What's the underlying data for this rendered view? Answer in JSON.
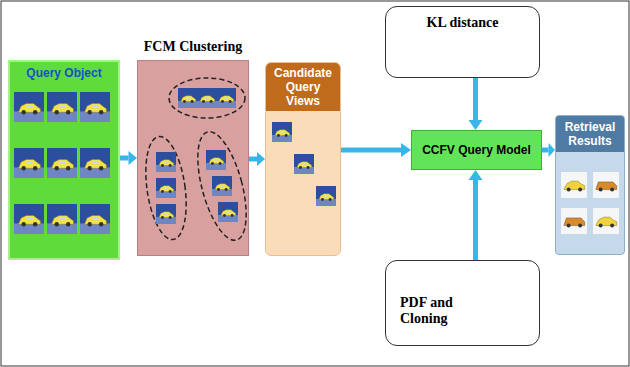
{
  "diagram": {
    "nodes": [
      {
        "text": [
          "Query Object"
        ]
      },
      {
        "text": [
          "FCM Clustering"
        ]
      },
      {
        "text": [
          "Candidate Query Views"
        ]
      },
      {
        "text": [
          "KL distance"
        ]
      },
      {
        "text": [
          "CCFV Query Model"
        ]
      },
      {
        "text": [
          "PDF and Cloning"
        ]
      },
      {
        "text": [
          "Retrieval Results"
        ]
      }
    ],
    "edges": [
      {
        "from": 0,
        "to": 1,
        "arrow": "to"
      },
      {
        "from": 1,
        "to": 2,
        "arrow": "to"
      },
      {
        "from": 2,
        "to": 4,
        "arrow": "to"
      },
      {
        "from": 3,
        "to": 4,
        "arrow": "to"
      },
      {
        "from": 5,
        "to": 4,
        "arrow": "to"
      },
      {
        "from": 4,
        "to": 6,
        "arrow": "to"
      }
    ]
  }
}
